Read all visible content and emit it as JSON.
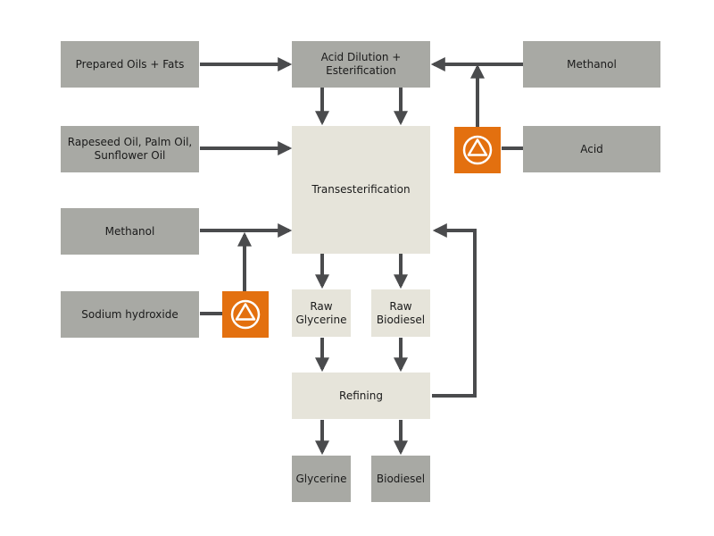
{
  "nodes": {
    "prepared_oils": "Prepared Oils + Fats",
    "acid_dilution": "Acid Dilution +\nEsterification",
    "methanol_top": "Methanol",
    "vegetable_oils": "Rapeseed Oil, Palm Oil,\nSunflower Oil",
    "transesterification": "Transesterification",
    "acid": "Acid",
    "methanol_left": "Methanol",
    "sodium_hydroxide": "Sodium hydroxide",
    "raw_glycerine": "Raw\nGlycerine",
    "raw_biodiesel": "Raw\nBiodiesel",
    "refining": "Refining",
    "glycerine": "Glycerine",
    "biodiesel": "Biodiesel"
  },
  "colors": {
    "input_box": "#a8a9a4",
    "process_box": "#e6e4da",
    "arrow": "#4a4b4d",
    "pump": "#e3700f",
    "pump_symbol": "#ffffff"
  },
  "icons": {
    "pump": "pump-symbol-icon"
  }
}
